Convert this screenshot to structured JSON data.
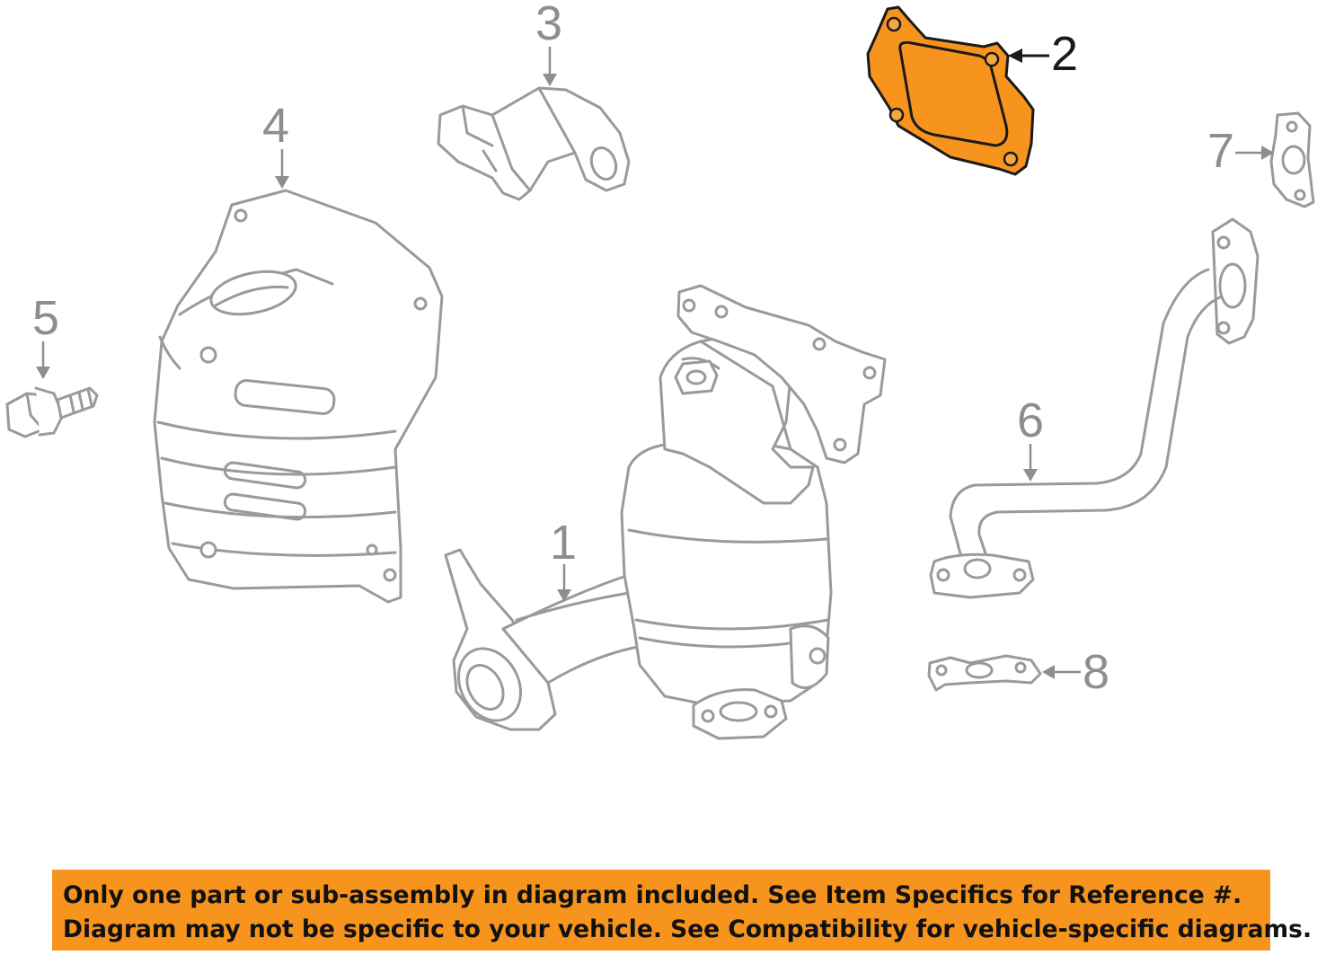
{
  "colors": {
    "highlight": "#f7941d",
    "part_outline": "#9a9a9a",
    "callout_text": "#8e8e8e",
    "highlight_outline": "#1a1a1a",
    "banner_background": "#f7941d"
  },
  "highlighted_part": "2",
  "callouts": {
    "c1": "1",
    "c2": "2",
    "c3": "3",
    "c4": "4",
    "c5": "5",
    "c6": "6",
    "c7": "7",
    "c8": "8"
  },
  "disclaimer": {
    "line1": "Only one part or sub-assembly in diagram included. See Item Specifics for Reference #.",
    "line2": "Diagram may not be specific to your vehicle. See Compatibility for vehicle-specific diagrams."
  }
}
